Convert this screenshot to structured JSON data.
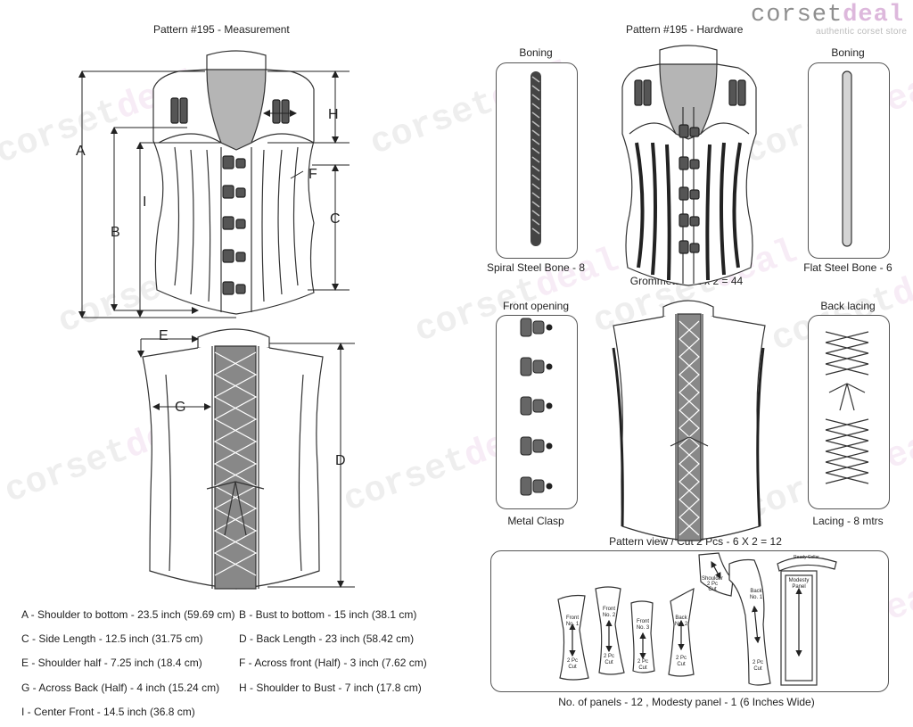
{
  "logo": {
    "brand_a": "corset",
    "brand_b": "deal",
    "tagline": "authentic corset store"
  },
  "left_title": "Pattern #195  -  Measurement",
  "right_title": "Pattern #195  -  Hardware",
  "letters": {
    "A": "A",
    "B": "B",
    "C": "C",
    "D": "D",
    "E": "E",
    "F": "F",
    "G": "G",
    "H": "H",
    "I": "I"
  },
  "measurements": [
    "A - Shoulder to bottom - 23.5 inch (59.69 cm)",
    "B - Bust to bottom - 15 inch (38.1 cm)",
    "C - Side Length - 12.5 inch (31.75 cm)",
    "D - Back Length - 23 inch (58.42 cm)",
    "E - Shoulder half - 7.25 inch (18.4 cm)",
    "F - Across front (Half) - 3 inch (7.62 cm)",
    "G - Across Back (Half) - 4 inch (15.24 cm)",
    "H - Shoulder to Bust - 7 inch (17.8 cm)",
    "I - Center Front - 14.5 inch (36.8 cm)"
  ],
  "hardware": {
    "boning_label_left": "Boning",
    "boning_label_right": "Boning",
    "spiral_caption": "Spiral Steel Bone - 8",
    "flat_caption": "Flat Steel Bone - 6",
    "grommets_caption": "Grommets - 22 x 2 = 44",
    "front_opening_label": "Front opening",
    "metal_clasp_caption": "Metal Clasp",
    "back_lacing_label": "Back lacing",
    "lacing_caption": "Lacing - 8 mtrs"
  },
  "pattern": {
    "title": "Pattern view  /  Cut 2 Pcs - 6 X 2 = 12",
    "footer": "No. of panels - 12  , Modesty panel - 1 (6 Inches Wide)",
    "pieces": {
      "front1": [
        "Front",
        "No. 1",
        "2 Pc",
        "Cut"
      ],
      "front2": [
        "Front",
        "No. 2",
        "2 Pc",
        "Cut"
      ],
      "front3": [
        "Front",
        "No. 3",
        "2 Pc",
        "Cut"
      ],
      "back2": [
        "Back",
        "No. 2",
        "2 Pc",
        "Cut"
      ],
      "shoulder": [
        "Shoulder",
        "2 Pc",
        "Cut"
      ],
      "back1": [
        "Back",
        "No. 1",
        "2 Pc",
        "Cut"
      ],
      "modesty": [
        "Modesty",
        "Panel"
      ],
      "collar": "Ready Collar"
    }
  }
}
